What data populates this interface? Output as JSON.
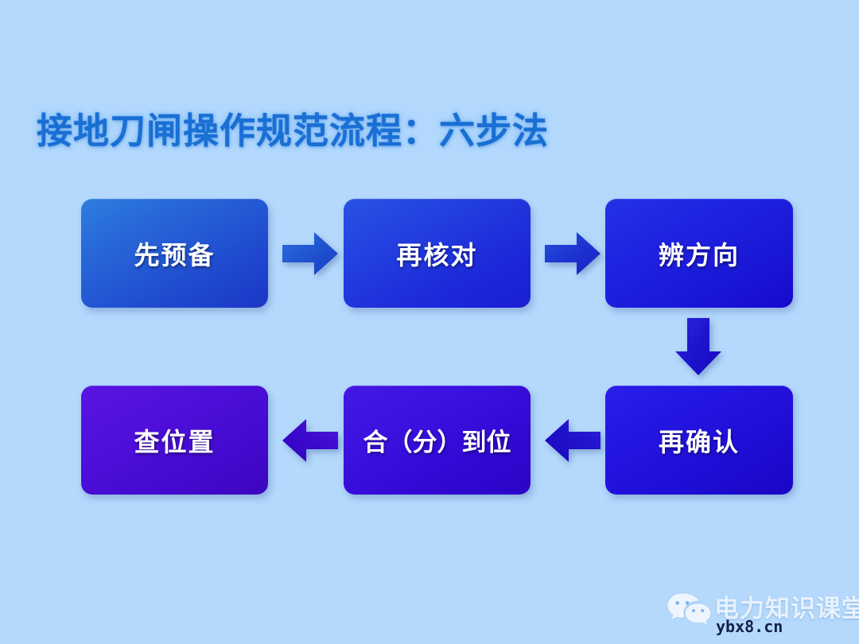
{
  "slide": {
    "background_color": "#b4d9fd",
    "title": "接地刀闸操作规范流程：六步法",
    "title_color": "#1a6fd4"
  },
  "flow": {
    "steps": [
      {
        "id": "step-1",
        "label": "先预备",
        "order": 1,
        "color": "#2767d8"
      },
      {
        "id": "step-2",
        "label": "再核对",
        "order": 2,
        "color": "#2341e0"
      },
      {
        "id": "step-3",
        "label": "辨方向",
        "order": 3,
        "color": "#1f25e0"
      },
      {
        "id": "step-4",
        "label": "再确认",
        "order": 4,
        "color": "#2416e2"
      },
      {
        "id": "step-5",
        "label": "合（分）到位",
        "order": 5,
        "color": "#3c12e0"
      },
      {
        "id": "step-6",
        "label": "查位置",
        "order": 6,
        "color": "#5010dc"
      }
    ],
    "connectors": [
      {
        "id": "connector-1",
        "direction": "right",
        "from": "先预备",
        "to": "再核对",
        "color": "#1d4fc4"
      },
      {
        "id": "connector-2",
        "direction": "right",
        "from": "再核对",
        "to": "辨方向",
        "color": "#1c2fd0"
      },
      {
        "id": "connector-3",
        "direction": "down",
        "from": "辨方向",
        "to": "再确认",
        "color": "#1b14cc"
      },
      {
        "id": "connector-4",
        "direction": "left",
        "from": "再确认",
        "to": "合（分）到位",
        "color": "#2410c8"
      },
      {
        "id": "connector-5",
        "direction": "left",
        "from": "合（分）到位",
        "to": "查位置",
        "color": "#4008cc"
      }
    ]
  },
  "watermark": {
    "icon": "wechat-icon",
    "account_name": "电力知识课堂",
    "url": "ybx8.cn"
  }
}
